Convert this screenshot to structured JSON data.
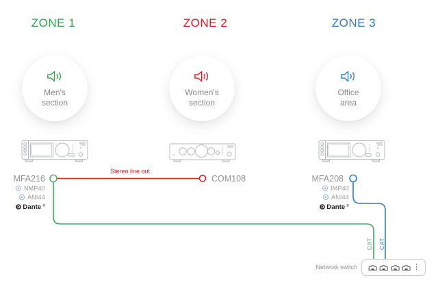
{
  "colors": {
    "zone1_green": "#2fa84f",
    "zone2_red": "#dc2026",
    "zone3_blue": "#2e7bc9",
    "line_green": "#3dac62",
    "line_red": "#d8232a",
    "line_blue": "#2e7cc9",
    "gray_text": "#8d9093",
    "device_outline": "#b4b9bd",
    "dante_text": "#1d1d1b"
  },
  "zones": [
    {
      "title": "ZONE 1",
      "area_line1": "Men's",
      "area_line2": "section",
      "device": "MFA216",
      "modules": [
        {
          "label": "NMP40"
        },
        {
          "label": "ANI44"
        }
      ]
    },
    {
      "title": "ZONE 2",
      "area_line1": "Women's",
      "area_line2": "section",
      "device": "COM108"
    },
    {
      "title": "ZONE 3",
      "area_line1": "Office",
      "area_line2": "area",
      "device": "MFA208",
      "modules": [
        {
          "label": "IMP40"
        },
        {
          "label": "ANI44"
        }
      ]
    }
  ],
  "dante": {
    "label": "Dante",
    "mark": "®"
  },
  "connections": {
    "stereo_line_label": "Stereo line out",
    "cat_green": "CAT",
    "cat_blue": "CAT"
  },
  "network_switch": {
    "label": "Network switch",
    "ports": 4
  }
}
